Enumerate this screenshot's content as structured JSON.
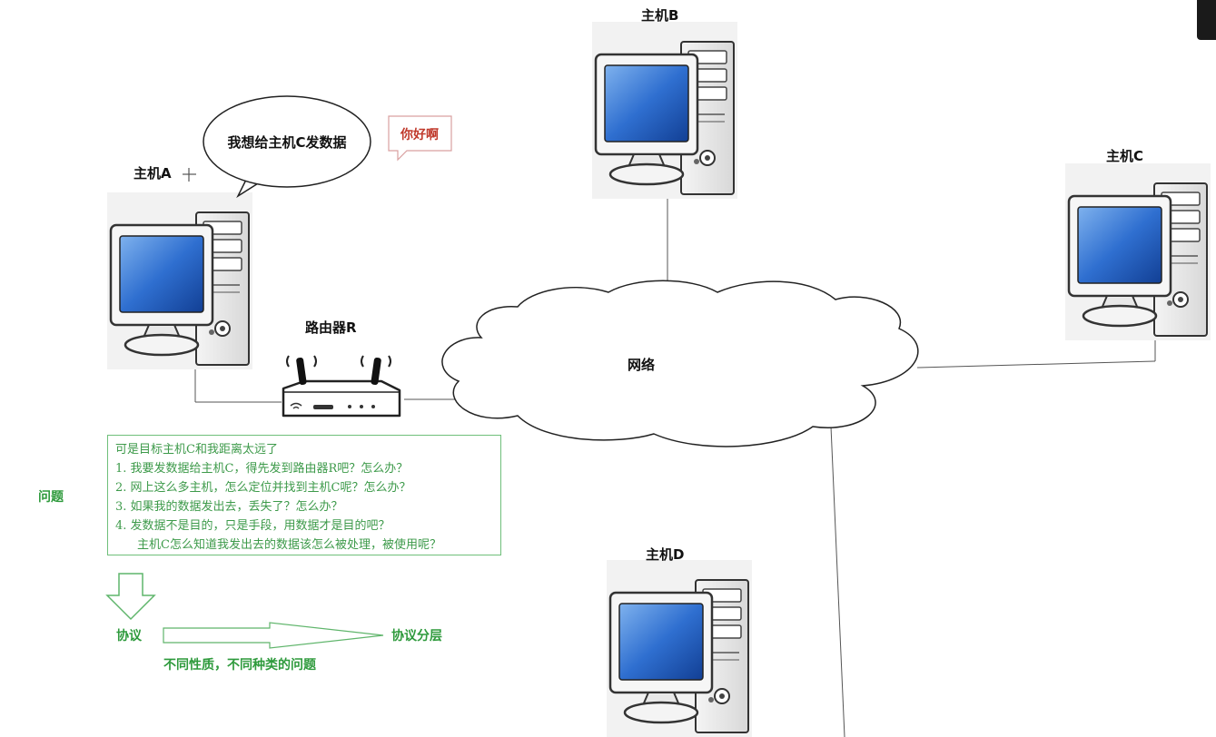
{
  "hosts": {
    "a": "主机A",
    "b": "主机B",
    "c": "主机C",
    "d": "主机D"
  },
  "router": "路由器R",
  "network": "网络",
  "speech": {
    "thought": "我想给主机C发数据",
    "greeting": "你好啊"
  },
  "question_label": "问题",
  "questions": {
    "intro": "可是目标主机C和我距离太远了",
    "items": [
      "1.  我要发数据给主机C，得先发到路由器R吧？怎么办？",
      "2.  网上这么多主机，怎么定位并找到主机C呢？怎么办？",
      "3.  如果我的数据发出去，丢失了？怎么办？",
      "4.  发数据不是目的，只是手段，用数据才是目的吧？"
    ],
    "item4_cont": "主机C怎么知道我发出去的数据该怎么被处理，被使用呢？"
  },
  "flow": {
    "protocol": "协议",
    "layering": "协议分层",
    "note": "不同性质，不同种类的问题"
  },
  "colors": {
    "green": "#2e9a3c",
    "red": "#c0392b",
    "screen": "#1f5fc2"
  }
}
